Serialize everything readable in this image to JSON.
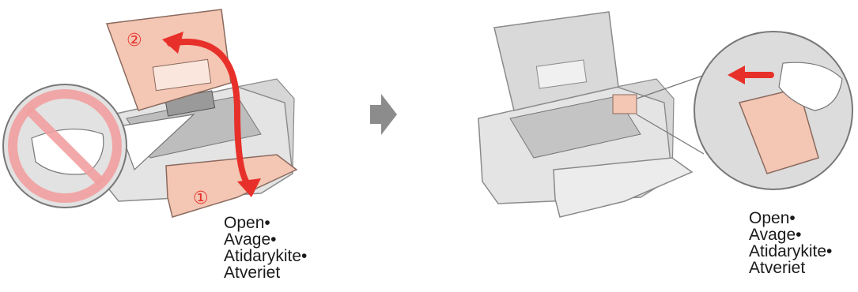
{
  "steps": [
    {
      "callouts": [
        "①",
        "②"
      ],
      "caption": [
        "Open•",
        "Avage•",
        "Atidarykite•",
        "Atveriet"
      ]
    },
    {
      "caption": [
        "Open•",
        "Avage•",
        "Atidarykite•",
        "Atveriet"
      ]
    }
  ],
  "icons": {
    "prohibition": "no-touch-sign-icon",
    "next_step": "gray-right-arrow-icon",
    "open_direction": "red-curved-arrow-icon",
    "slide_direction": "red-straight-arrow-icon"
  },
  "colors": {
    "arrow_red": "#e8302a",
    "cover_pink": "#f4c6b4",
    "printer_gray": "#cfcfcf",
    "next_arrow": "#8c8c8c"
  }
}
